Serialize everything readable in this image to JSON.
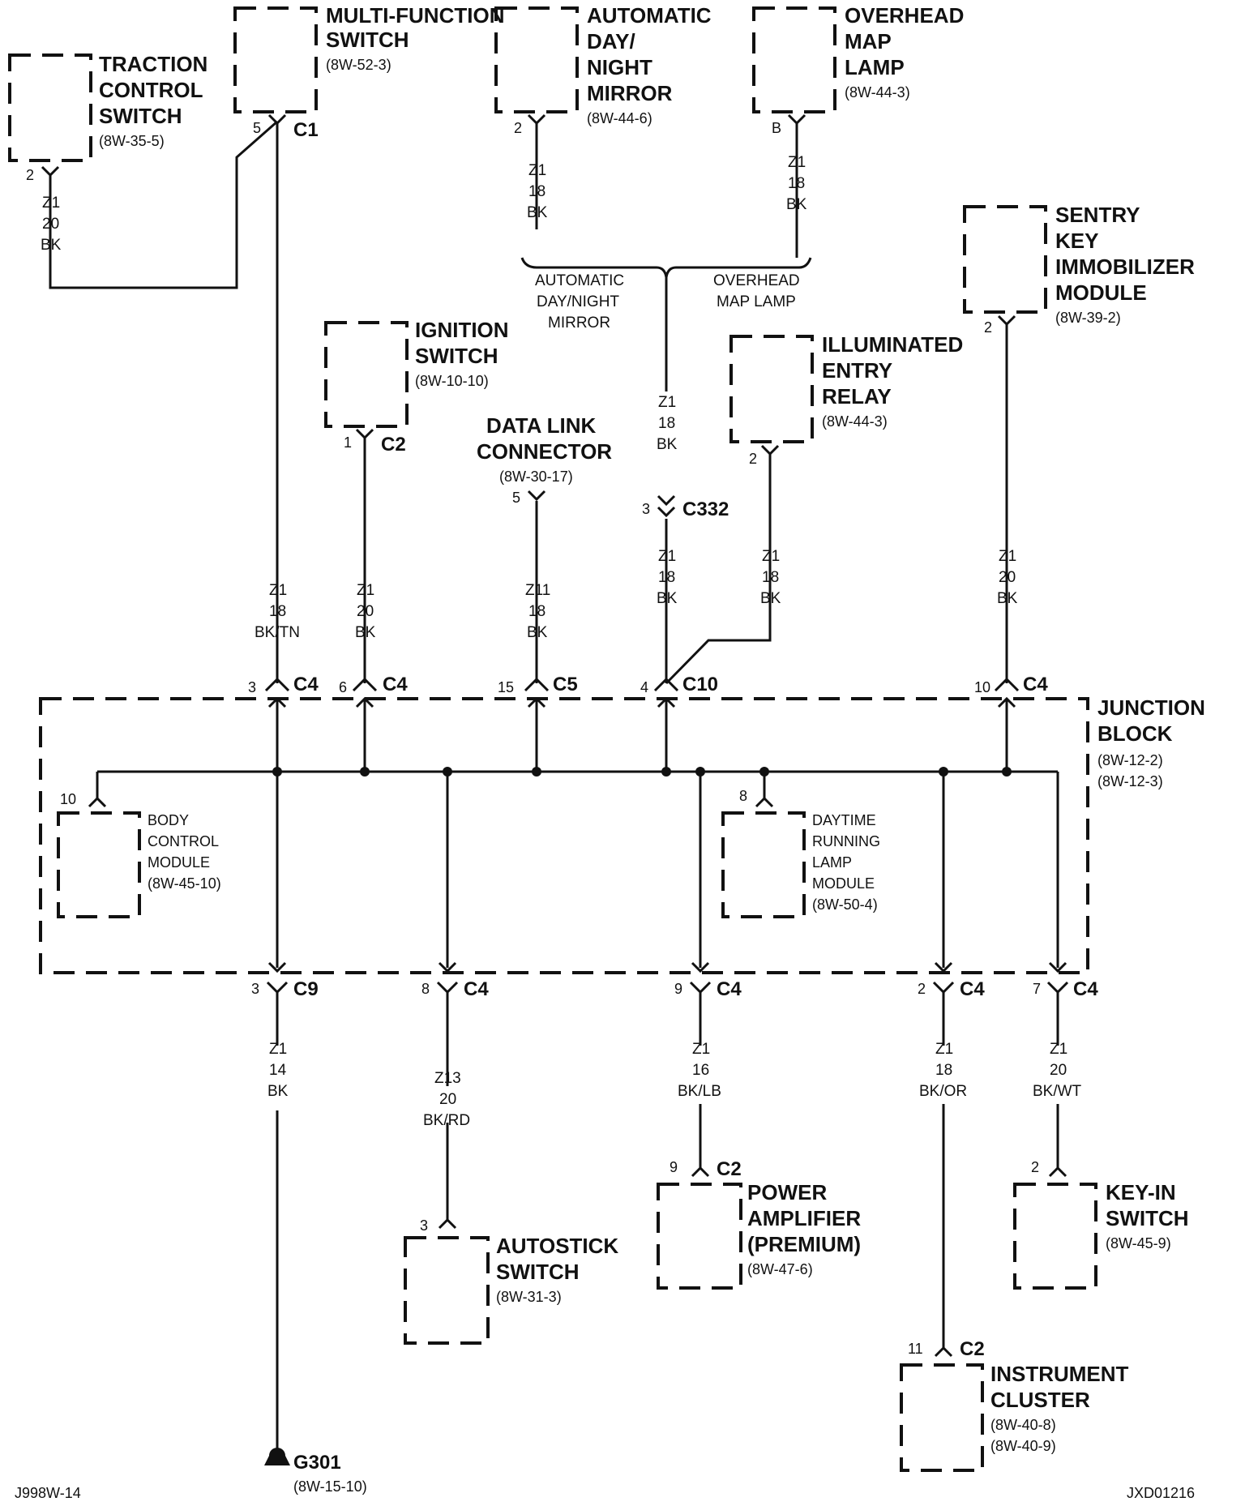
{
  "components": {
    "traction": {
      "lines": [
        "TRACTION",
        "CONTROL",
        "SWITCH"
      ],
      "ref": "(8W-35-5)",
      "pin": "2",
      "wire": [
        "Z1",
        "20",
        "BK"
      ]
    },
    "multifunction": {
      "lines": [
        "MULTI-FUNCTION",
        "SWITCH"
      ],
      "ref": "(8W-52-3)",
      "pin": "5",
      "conn": "C1"
    },
    "mirror": {
      "lines": [
        "AUTOMATIC",
        "DAY/",
        "NIGHT",
        "MIRROR"
      ],
      "ref": "(8W-44-6)",
      "pin": "2",
      "wire": [
        "Z1",
        "18",
        "BK"
      ]
    },
    "maplamp": {
      "lines": [
        "OVERHEAD",
        "MAP",
        "LAMP"
      ],
      "ref": "(8W-44-3)",
      "pin": "B",
      "wire": [
        "Z1",
        "18",
        "BK"
      ]
    },
    "sentry": {
      "lines": [
        "SENTRY",
        "KEY",
        "IMMOBILIZER",
        "MODULE"
      ],
      "ref": "(8W-39-2)",
      "pin": "2"
    },
    "ignition": {
      "lines": [
        "IGNITION",
        "SWITCH"
      ],
      "ref": "(8W-10-10)",
      "pin": "1",
      "conn": "C2"
    },
    "datalink": {
      "lines": [
        "DATA LINK",
        "CONNECTOR"
      ],
      "ref": "(8W-30-17)",
      "pin": "5"
    },
    "illuminated": {
      "lines": [
        "ILLUMINATED",
        "ENTRY",
        "RELAY"
      ],
      "ref": "(8W-44-3)",
      "pin": "2"
    },
    "junction": {
      "lines": [
        "JUNCTION",
        "BLOCK"
      ],
      "refs": [
        "(8W-12-2)",
        "(8W-12-3)"
      ]
    },
    "bcm": {
      "lines": [
        "BODY",
        "CONTROL",
        "MODULE",
        "(8W-45-10)"
      ],
      "pin": "10"
    },
    "drl": {
      "lines": [
        "DAYTIME",
        "RUNNING",
        "LAMP",
        "MODULE",
        "(8W-50-4)"
      ],
      "pin": "8"
    },
    "autostick": {
      "lines": [
        "AUTOSTICK",
        "SWITCH"
      ],
      "ref": "(8W-31-3)",
      "pin": "3"
    },
    "amplifier": {
      "lines": [
        "POWER",
        "AMPLIFIER",
        "(PREMIUM)"
      ],
      "ref": "(8W-47-6)",
      "pin": "9",
      "conn": "C2"
    },
    "keyin": {
      "lines": [
        "KEY-IN",
        "SWITCH"
      ],
      "ref": "(8W-45-9)",
      "pin": "2"
    },
    "cluster": {
      "lines": [
        "INSTRUMENT",
        "CLUSTER"
      ],
      "refs": [
        "(8W-40-8)",
        "(8W-40-9)"
      ],
      "pin": "11",
      "conn": "C2"
    },
    "ground": {
      "label": "G301",
      "ref": "(8W-15-10)"
    }
  },
  "splice": {
    "left": [
      "AUTOMATIC",
      "DAY/NIGHT",
      "MIRROR"
    ],
    "right": [
      "OVERHEAD",
      "MAP LAMP"
    ]
  },
  "c332": {
    "pin": "3",
    "conn": "C332",
    "wire_above": [
      "Z1",
      "18",
      "BK"
    ],
    "wire_below": [
      "Z1",
      "18",
      "BK"
    ]
  },
  "top_wires": {
    "w1": [
      "Z1",
      "18",
      "BK/TN"
    ],
    "w2": [
      "Z1",
      "20",
      "BK"
    ],
    "w3": [
      "Z11",
      "18",
      "BK"
    ],
    "w4": [
      "Z1",
      "18",
      "BK"
    ],
    "w5": [
      "Z1",
      "20",
      "BK"
    ]
  },
  "top_conns": [
    {
      "pin": "3",
      "conn": "C4"
    },
    {
      "pin": "6",
      "conn": "C4"
    },
    {
      "pin": "15",
      "conn": "C5"
    },
    {
      "pin": "4",
      "conn": "C10"
    },
    {
      "pin": "10",
      "conn": "C4"
    }
  ],
  "bottom_conns": [
    {
      "pin": "3",
      "conn": "C9"
    },
    {
      "pin": "8",
      "conn": "C4"
    },
    {
      "pin": "9",
      "conn": "C4"
    },
    {
      "pin": "2",
      "conn": "C4"
    },
    {
      "pin": "7",
      "conn": "C4"
    }
  ],
  "bottom_wires": {
    "b1": [
      "Z1",
      "14",
      "BK"
    ],
    "b2": [
      "Z13",
      "20",
      "BK/RD"
    ],
    "b3": [
      "Z1",
      "16",
      "BK/LB"
    ],
    "b4": [
      "Z1",
      "18",
      "BK/OR"
    ],
    "b5": [
      "Z1",
      "20",
      "BK/WT"
    ]
  },
  "footer": {
    "left": "J998W-14",
    "right": "JXD01216"
  }
}
